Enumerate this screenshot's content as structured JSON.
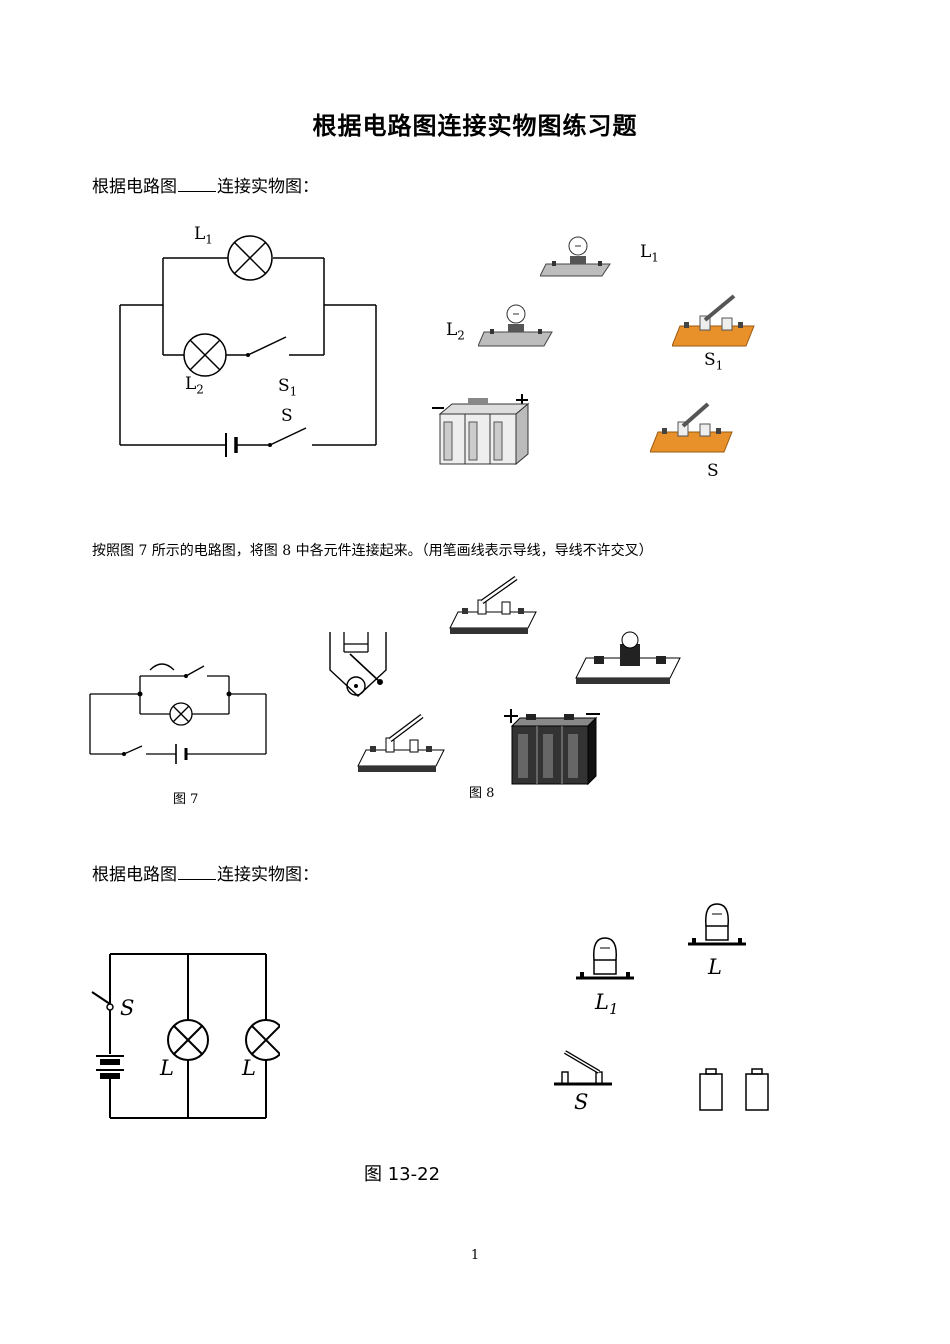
{
  "page": {
    "title": "根据电路图连接实物图练习题",
    "page_number": "1"
  },
  "q1": {
    "text_before": "根据电路图",
    "text_after": "连接实物图：",
    "labels": {
      "L": "L",
      "sub1": "1",
      "sub2": "2",
      "S": "S"
    }
  },
  "q2": {
    "instruction": "按照图 7 所示的电路图，将图 8 中各元件连接起来。（用笔画线表示导线，导线不许交叉）",
    "fig7_caption": "图 7",
    "fig8_caption": "图 8"
  },
  "q3": {
    "text_before": "根据电路图",
    "text_after": "连接实物图：",
    "labels": {
      "S": "S",
      "L": "L",
      "L1": "L",
      "sub1": "1"
    },
    "figure_caption": "图 13-22"
  }
}
